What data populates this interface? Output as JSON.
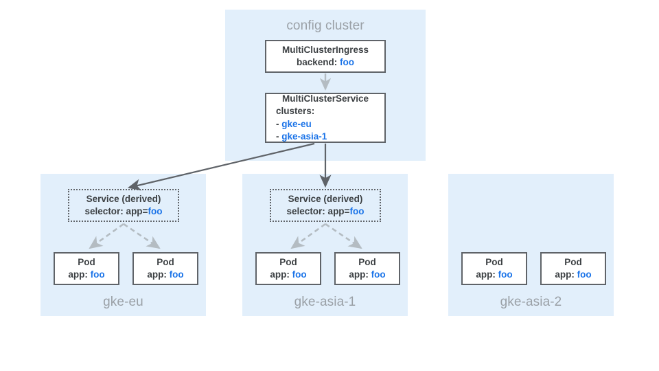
{
  "diagram": {
    "config_cluster": {
      "title": "config cluster",
      "resources": [
        {
          "name": "multiclusteringress",
          "title": "MultiClusterIngress",
          "field_label": "backend:",
          "field_value": "foo"
        },
        {
          "name": "multiclusterservice",
          "title": "MultiClusterService",
          "field_label": "clusters:",
          "items": [
            {
              "dash": "-",
              "value": "gke-eu"
            },
            {
              "dash": "-",
              "value": "gke-asia-1"
            }
          ]
        }
      ]
    },
    "clusters": [
      {
        "name": "gke-eu",
        "label": "gke-eu",
        "service": {
          "title": "Service (derived)",
          "selector_label": "selector: app=",
          "selector_value": "foo"
        },
        "pods": [
          {
            "title": "Pod",
            "field_label": "app:",
            "field_value": "foo"
          },
          {
            "title": "Pod",
            "field_label": "app:",
            "field_value": "foo"
          }
        ]
      },
      {
        "name": "gke-asia-1",
        "label": "gke-asia-1",
        "service": {
          "title": "Service (derived)",
          "selector_label": "selector: app=",
          "selector_value": "foo"
        },
        "pods": [
          {
            "title": "Pod",
            "field_label": "app:",
            "field_value": "foo"
          },
          {
            "title": "Pod",
            "field_label": "app:",
            "field_value": "foo"
          }
        ]
      },
      {
        "name": "gke-asia-2",
        "label": "gke-asia-2",
        "service": null,
        "pods": [
          {
            "title": "Pod",
            "field_label": "app:",
            "field_value": "foo"
          },
          {
            "title": "Pod",
            "field_label": "app:",
            "field_value": "foo"
          }
        ]
      }
    ],
    "colors": {
      "panel_background": "#e2effb",
      "box_border": "#5f6368",
      "text": "#3c4043",
      "accent_blue": "#1a73e8",
      "muted_label": "#9aa0a6",
      "arrow_dark": "#5f6368",
      "arrow_light": "#b4bcc2"
    }
  }
}
